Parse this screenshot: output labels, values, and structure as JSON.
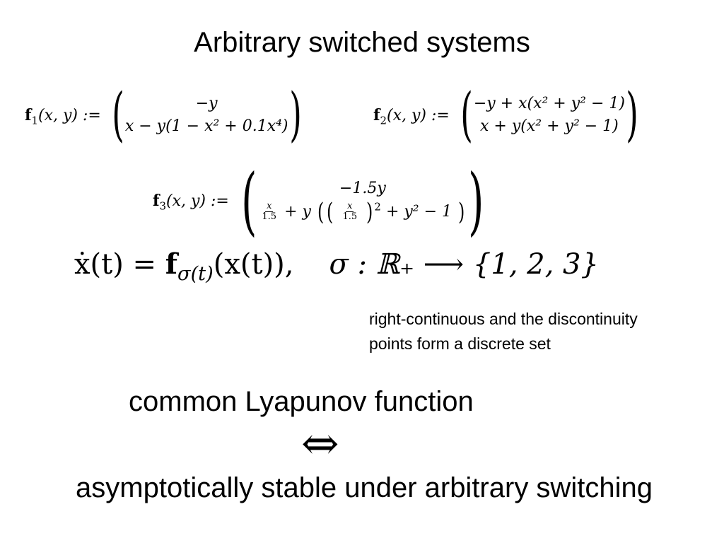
{
  "slide": {
    "title": "Arbitrary switched systems"
  },
  "formulas": {
    "f1": {
      "name": "f",
      "index": "1",
      "args": "(x, y) :=",
      "row1": "−y",
      "row2": "x − y(1 − x² + 0.1x⁴)"
    },
    "f2": {
      "name": "f",
      "index": "2",
      "args": "(x, y) :=",
      "row1": "−y + x(x² + y² − 1)",
      "row2": "x + y(x² + y² − 1)"
    },
    "f3": {
      "name": "f",
      "index": "3",
      "args": "(x, y) :=",
      "row1": "−1.5y",
      "frac_num": "x",
      "frac_den": "1.5",
      "y_term": "+ y",
      "tail": "+ y² − 1"
    }
  },
  "equation": {
    "lhs": "ẋ(t) = ",
    "f": "f",
    "f_sub": "σ(t)",
    "rhs": "(x(t)),",
    "sigma_map": "σ : ℝ₊ ⟶ {1, 2, 3}"
  },
  "note": {
    "line1": "right-continuous and the discontinuity",
    "line2": "points form a discrete set"
  },
  "statement": {
    "top": "common Lyapunov function",
    "arrow": "⇔",
    "bottom": "asymptotically stable under arbitrary switching"
  }
}
